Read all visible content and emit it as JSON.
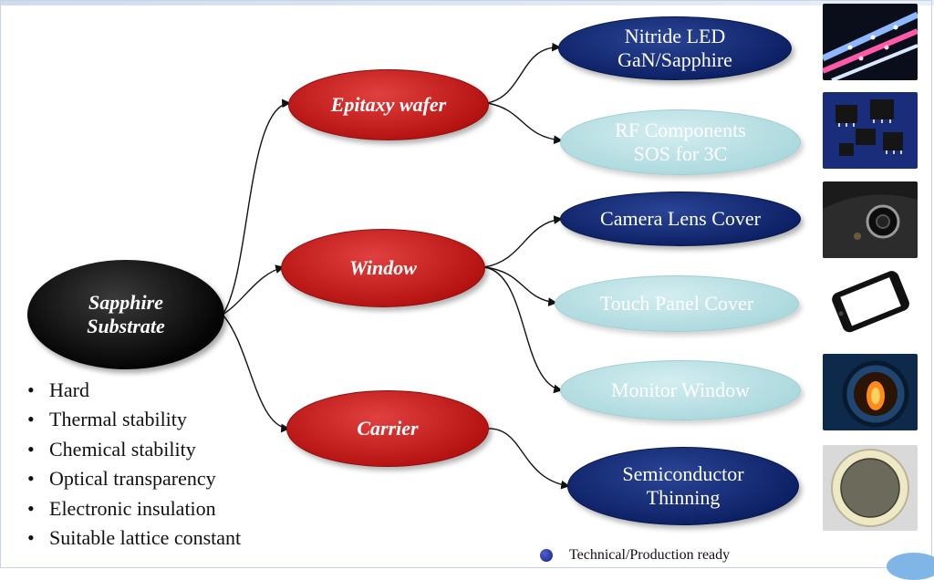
{
  "root": {
    "line1": "Sapphire",
    "line2": "Substrate"
  },
  "categories": {
    "epitaxy": "Epitaxy wafer",
    "window": "Window",
    "carrier": "Carrier"
  },
  "applications": {
    "nitride_led": {
      "line1": "Nitride LED",
      "line2": "GaN/Sapphire",
      "status": "ready"
    },
    "rf_components": {
      "line1": "RF Components",
      "line2": "SOS for 3C",
      "status": "not-ready"
    },
    "camera_lens": {
      "line1": "Camera Lens Cover",
      "status": "ready"
    },
    "touch_panel": {
      "line1": "Touch Panel Cover",
      "status": "not-ready"
    },
    "monitor_window": {
      "line1": "Monitor Window",
      "status": "not-ready"
    },
    "semiconductor": {
      "line1": "Semiconductor",
      "line2": "Thinning",
      "status": "ready"
    }
  },
  "properties": [
    "Hard",
    "Thermal stability",
    "Chemical stability",
    "Optical transparency",
    "Electronic insulation",
    "Suitable lattice constant"
  ],
  "legend": {
    "label": "Technical/Production ready"
  },
  "colors": {
    "root": "#000000",
    "category": "#c0191a",
    "ready": "#0c1f63",
    "not_ready": "#bfe3e7"
  },
  "thumbnails": [
    "led-strip-image",
    "rf-chips-image",
    "camera-lens-image",
    "touch-panel-image",
    "monitor-window-image",
    "wafer-image"
  ]
}
